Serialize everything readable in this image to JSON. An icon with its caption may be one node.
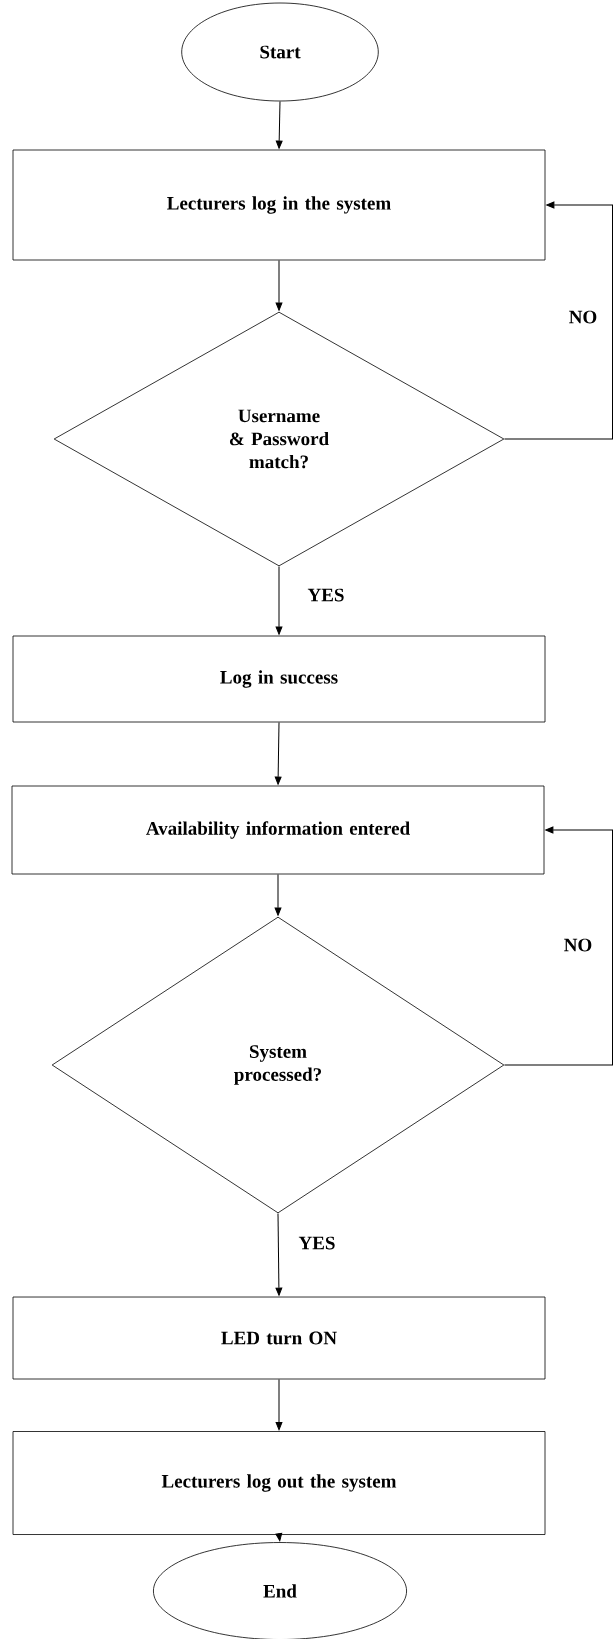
{
  "diagram": {
    "nodes": [
      {
        "text": [
          "Start"
        ]
      },
      {
        "text": [
          "Lecturers log in the system"
        ]
      },
      {
        "text": [
          "Username & Password match?"
        ]
      },
      {
        "text": [
          "Log in success"
        ]
      },
      {
        "text": [
          "Availability information entered"
        ]
      },
      {
        "text": [
          "System processed?"
        ]
      },
      {
        "text": [
          "LED turn ON"
        ]
      },
      {
        "text": [
          "Lecturers log out the system"
        ]
      },
      {
        "text": [
          "End"
        ]
      }
    ],
    "edges": [
      {
        "from": 0,
        "to": 1,
        "arrow": "to"
      },
      {
        "from": 1,
        "to": 2,
        "arrow": "to"
      },
      {
        "from": 2,
        "to": 3,
        "arrow": "to",
        "label": "YES"
      },
      {
        "from": 2,
        "to": 1,
        "arrow": "to",
        "label": "NO"
      },
      {
        "from": 3,
        "to": 4,
        "arrow": "to"
      },
      {
        "from": 4,
        "to": 5,
        "arrow": "to"
      },
      {
        "from": 5,
        "to": 6,
        "arrow": "to",
        "label": "YES"
      },
      {
        "from": 5,
        "to": 4,
        "arrow": "to",
        "label": "NO"
      },
      {
        "from": 6,
        "to": 7,
        "arrow": "to"
      },
      {
        "from": 7,
        "to": 8,
        "arrow": "to"
      }
    ]
  }
}
